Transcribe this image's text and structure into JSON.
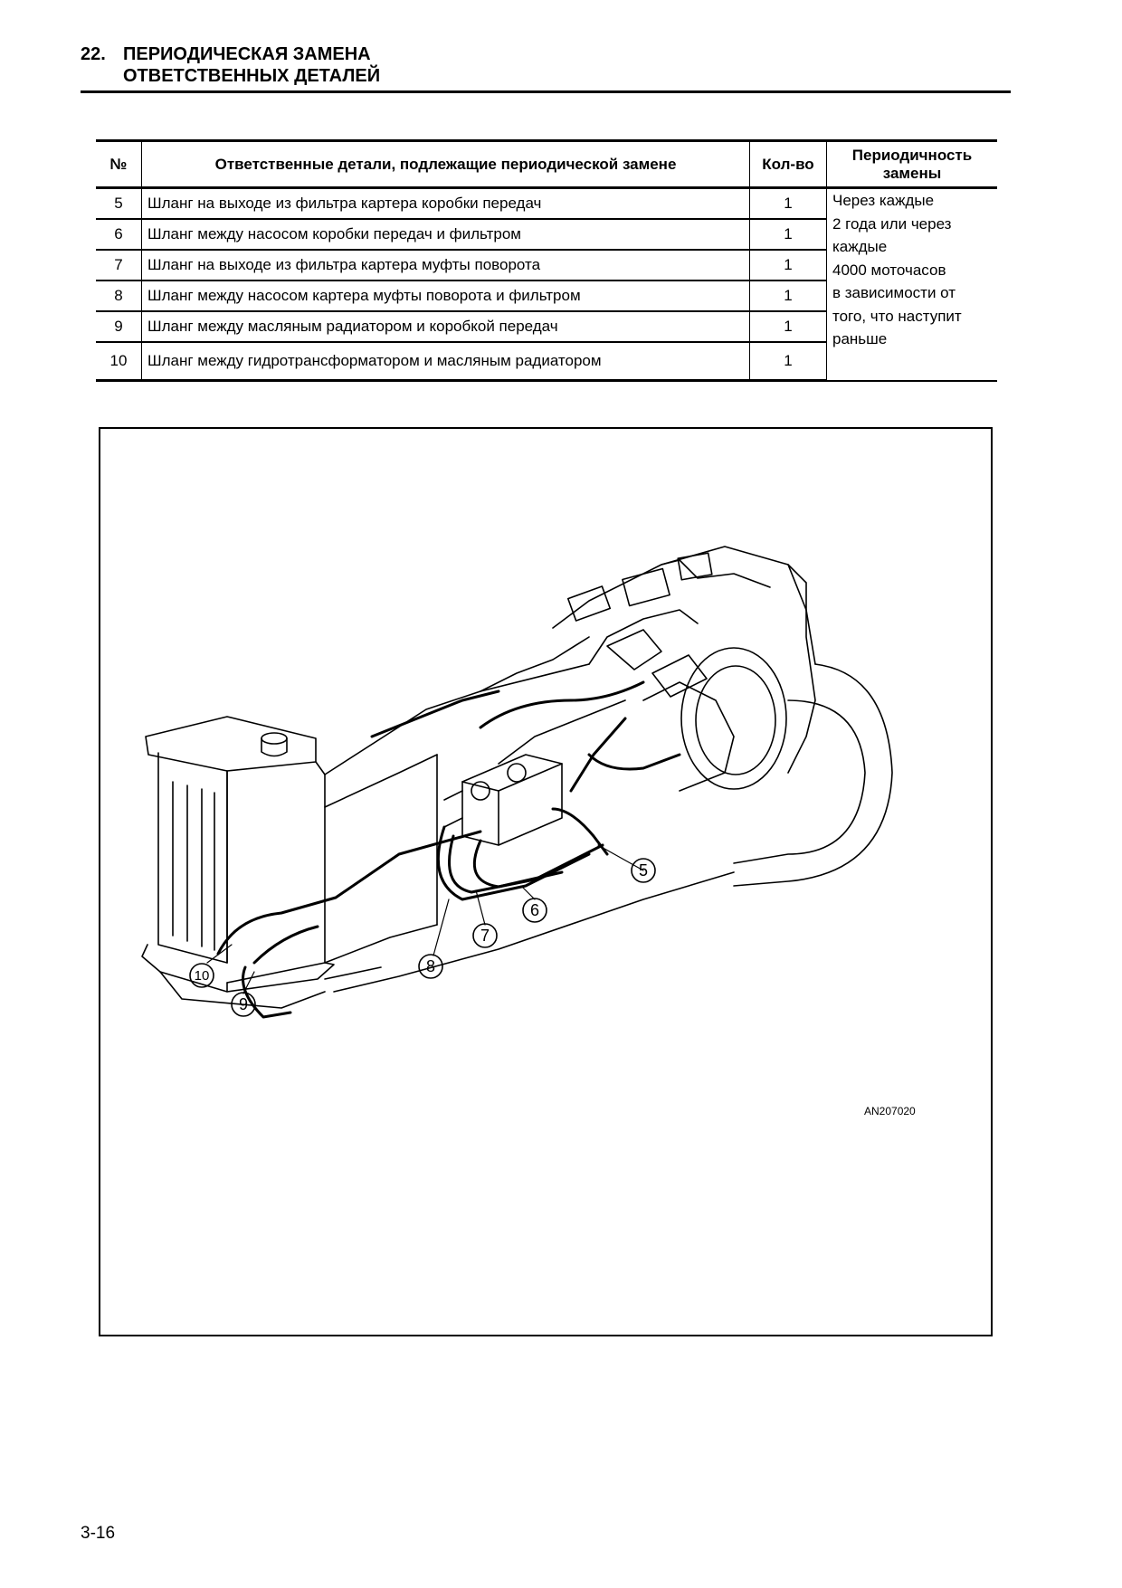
{
  "header": {
    "section_number": "22.",
    "title_line1": "ПЕРИОДИЧЕСКАЯ ЗАМЕНА",
    "title_line2": "ОТВЕТСТВЕННЫХ ДЕТАЛЕЙ"
  },
  "table": {
    "col_num": "№",
    "col_parts": "Ответственные детали, подлежащие периодической замене",
    "col_qty": "Кол-во",
    "col_period": "Периодичность замены",
    "rows": [
      {
        "num": "5",
        "name": "Шланг на выходе из фильтра картера коробки передач",
        "qty": "1"
      },
      {
        "num": "6",
        "name": "Шланг между насосом коробки передач и фильтром",
        "qty": "1"
      },
      {
        "num": "7",
        "name": "Шланг на выходе из фильтра картера муфты поворота",
        "qty": "1"
      },
      {
        "num": "8",
        "name": "Шланг между насосом картера муфты поворота и фильтром",
        "qty": "1"
      },
      {
        "num": "9",
        "name": "Шланг между масляным радиатором и коробкой передач",
        "qty": "1"
      },
      {
        "num": "10",
        "name": "Шланг между гидротрансформатором и масляным радиатором",
        "qty": "1"
      }
    ],
    "period_lines": [
      "Через каждые",
      "2 года или через",
      "каждые",
      "4000 моточасов",
      "в зависимости от",
      "того, что наступит",
      "раньше"
    ]
  },
  "figure": {
    "code": "AN207020",
    "callouts": [
      "5",
      "6",
      "7",
      "8",
      "9",
      "10"
    ]
  },
  "page_number": "3-16"
}
